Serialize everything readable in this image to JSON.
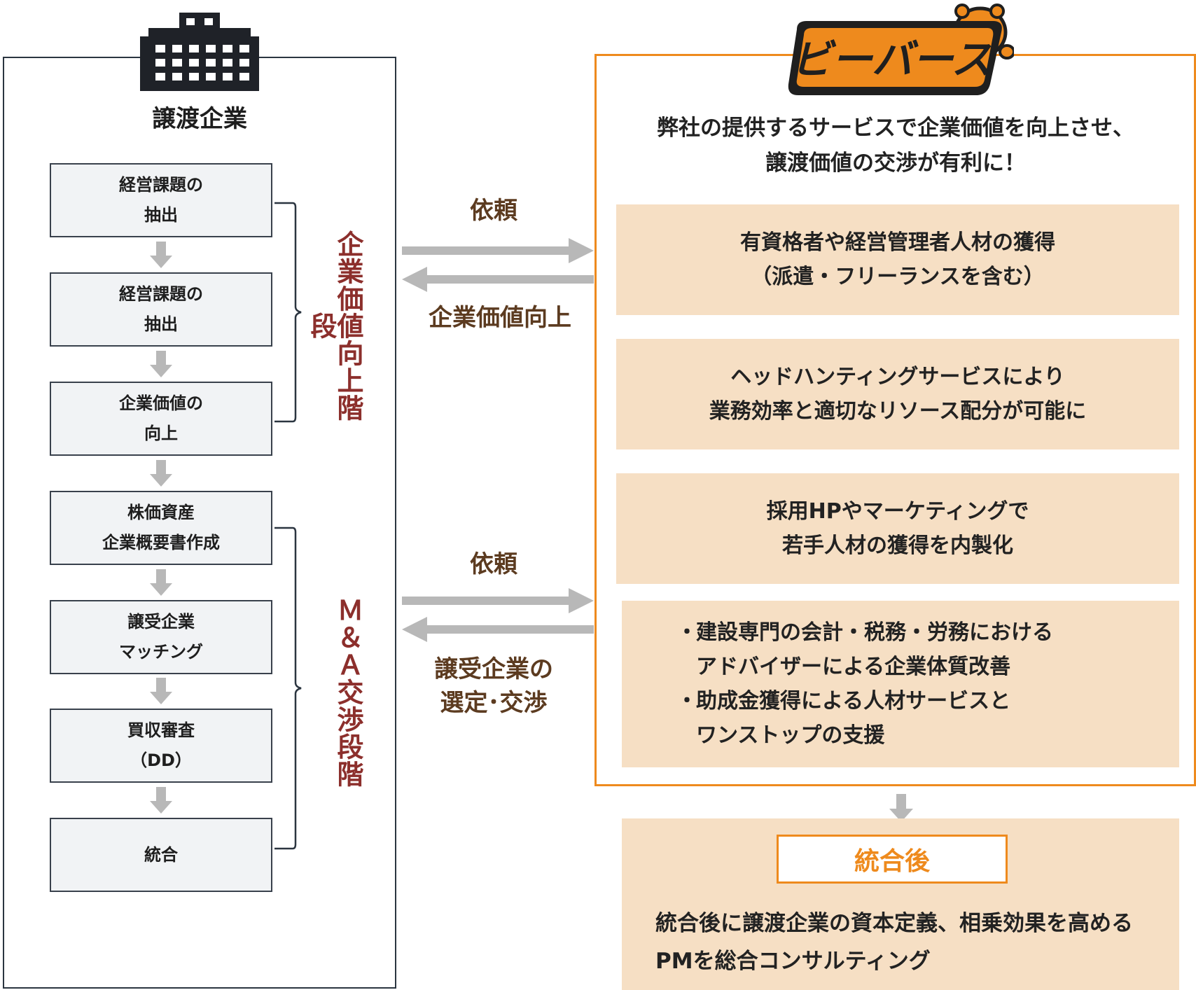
{
  "transferring_company": {
    "title": "譲渡企業",
    "steps": [
      {
        "label": "経営課題の\n抽出"
      },
      {
        "label": "経営課題の\n抽出"
      },
      {
        "label": "企業価値の\n向上"
      },
      {
        "label": "株価資産\n企業概要書作成"
      },
      {
        "label": "譲受企業\nマッチング"
      },
      {
        "label": "買収審査\n（DD）"
      },
      {
        "label": "統合"
      }
    ],
    "phases": [
      {
        "label": "企業価値向上階段"
      },
      {
        "label": "Ｍ＆Ａ交渉段階"
      }
    ]
  },
  "flows": [
    {
      "request_label": "依頼",
      "return_label": "企業価値向上"
    },
    {
      "request_label": "依頼",
      "return_label": "譲受企業の\n選定･交渉"
    }
  ],
  "provider": {
    "logo_text": "ビーバース",
    "heading": "弊社の提供するサービスで企業価値を向上させ、\n譲渡価値の交渉が有利に！",
    "services": [
      {
        "text": "有資格者や経営管理者人材の獲得\n（派遣・フリーランスを含む）"
      },
      {
        "text": "ヘッドハンティングサービスにより\n業務効率と適切なリソース配分が可能に"
      },
      {
        "text": "採用HPやマーケティングで\n若手人材の獲得を内製化"
      }
    ],
    "service_list": [
      {
        "bullet": "・",
        "text": "建設専門の会計・税務・労務における\nアドバイザーによる企業体質改善"
      },
      {
        "bullet": "・",
        "text": "助成金獲得による人材サービスと\nワンストップの支援"
      }
    ]
  },
  "post_integration": {
    "title": "統合後",
    "text": "統合後に譲渡企業の資本定義、相乗効果を高める\nPMを総合コンサルティング"
  },
  "colors": {
    "accent_orange": "#ee8a1d",
    "service_fill": "#f6dfc4",
    "phase_red": "#8c2f2c",
    "flow_brown": "#5c3b20",
    "arrow_gray": "#b8b8b8",
    "step_border": "#39414c"
  }
}
